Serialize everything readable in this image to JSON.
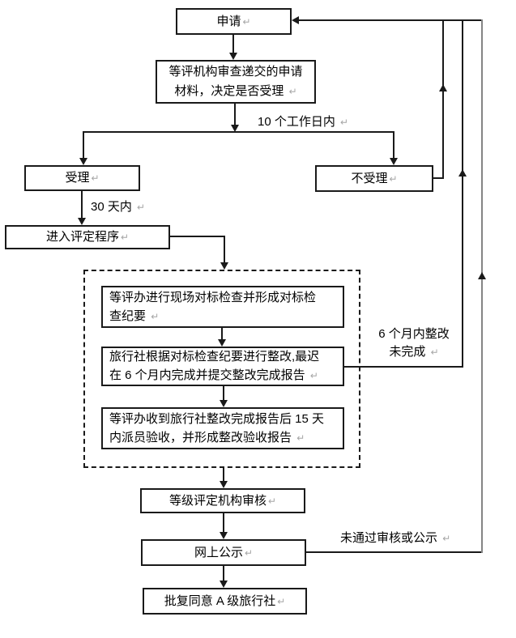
{
  "colors": {
    "line": "#1a1a1a",
    "gray_line": "#858585",
    "return_mark": "#a6a6a6"
  },
  "marks": {
    "return_mark": "↵"
  },
  "flowchart": {
    "nodes": {
      "apply": {
        "label": "申请"
      },
      "review": {
        "lines": [
          "等评机构审查递交的申请",
          "材料，决定是否受理"
        ]
      },
      "accept": {
        "label": "受理"
      },
      "reject": {
        "label": "不受理"
      },
      "enter": {
        "label": "进入评定程序"
      },
      "check": {
        "lines": [
          "等评办进行现场对标检查并形成对标检",
          "查纪要"
        ]
      },
      "rectify": {
        "lines": [
          "旅行社根据对标检查纪要进行整改,最迟",
          "在 6 个月内完成并提交整改完成报告"
        ]
      },
      "inspect": {
        "lines": [
          "等评办收到旅行社整改完成报告后 15 天",
          "内派员验收，并形成整改验收报告"
        ]
      },
      "audit": {
        "label": "等级评定机构审核"
      },
      "publicity": {
        "label": "网上公示"
      },
      "approve": {
        "label": "批复同意 A 级旅行社"
      }
    },
    "edge_labels": {
      "ten_days": "10 个工作日内",
      "thirty_days": "30 天内",
      "six_months": {
        "lines": [
          "6 个月内整改",
          "未完成"
        ]
      },
      "fail": "未通过审核或公示"
    }
  }
}
